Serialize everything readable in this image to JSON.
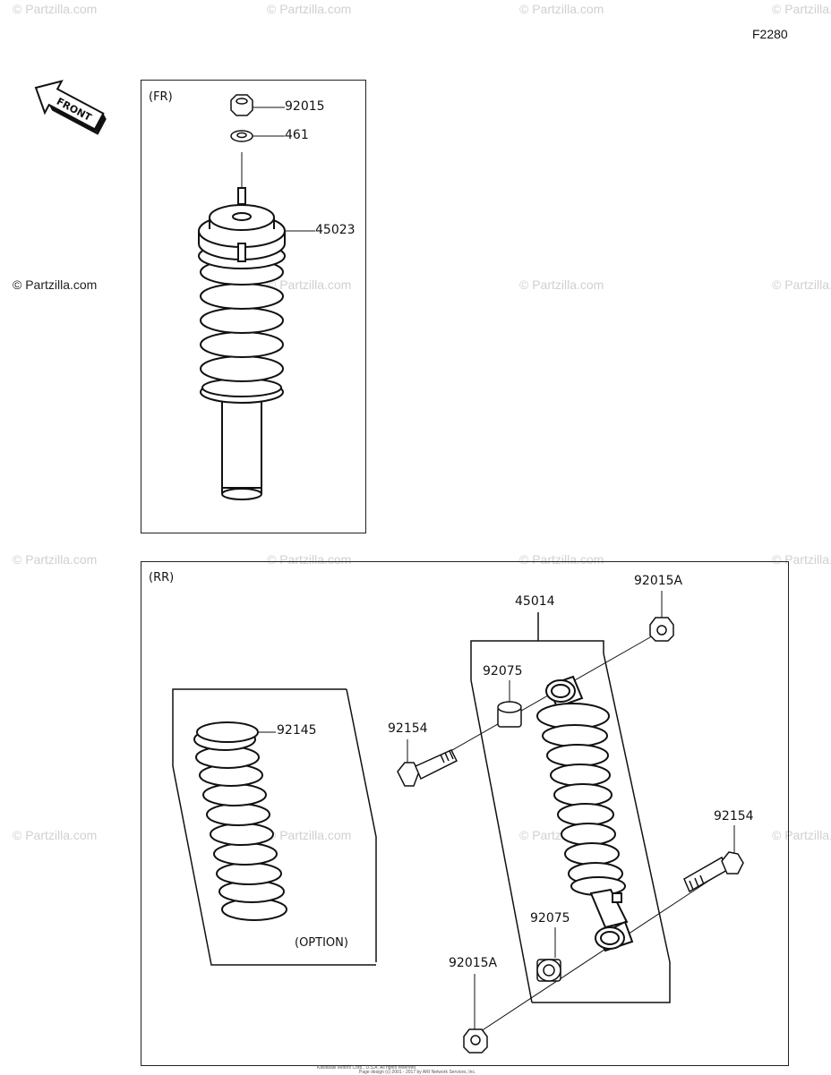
{
  "watermark": "© Partzilla.com",
  "diagram_code": "F2280",
  "front_label": "FRONT",
  "front_section": {
    "label": "(FR)",
    "parts": [
      "92015",
      "461",
      "45023"
    ]
  },
  "rear_section": {
    "label": "(RR)",
    "parts": [
      "45014",
      "92015A",
      "92075",
      "92154",
      "92145",
      "92154",
      "92075",
      "92015A"
    ],
    "option_label": "(OPTION)"
  },
  "footer": {
    "line1": "Kawasaki Motors Corp., U.S.A. All rights reserved.",
    "line2": "Page design (c) 2001 - 2017 by ARI Network Services, Inc."
  }
}
